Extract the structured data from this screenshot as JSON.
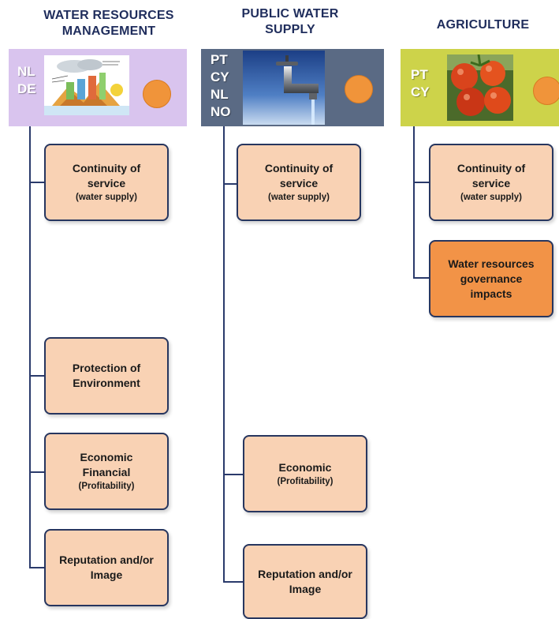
{
  "columns": [
    {
      "title": "WATER RESOURCES\nMANAGEMENT",
      "codes": [
        "NL",
        "DE"
      ],
      "header_color": "#d9c4ee",
      "boxes": [
        {
          "main": "Continuity of\nservice",
          "sub": "(water supply)"
        },
        {
          "main": "Protection of\nEnvironment",
          "sub": ""
        },
        {
          "main": "Economic\nFinancial",
          "sub": "(Profitability)"
        },
        {
          "main": "Reputation and/or\nImage",
          "sub": ""
        }
      ]
    },
    {
      "title": "PUBLIC WATER\nSUPPLY",
      "codes": [
        "PT",
        "CY",
        "NL",
        "NO"
      ],
      "header_color": "#5a6a84",
      "boxes": [
        {
          "main": "Continuity of\nservice",
          "sub": "(water supply)"
        },
        {
          "main": "Economic",
          "sub": "(Profitability)"
        },
        {
          "main": "Reputation and/or\nImage",
          "sub": ""
        }
      ]
    },
    {
      "title": "AGRICULTURE",
      "codes": [
        "PT",
        "CY"
      ],
      "header_color": "#cdd34a",
      "boxes": [
        {
          "main": "Continuity of\nservice",
          "sub": "(water supply)"
        },
        {
          "main": "Water resources\ngovernance\nimpacts",
          "sub": ""
        }
      ]
    }
  ],
  "colors": {
    "title_text": "#1f2d5c",
    "box_fill": "#f9d2b4",
    "box_highlight": "#f29347",
    "box_border": "#27365f",
    "connector": "#2a3a6b",
    "circle": "#f0943a"
  },
  "images": [
    "diagram-illustration",
    "water-tap",
    "tomatoes"
  ]
}
